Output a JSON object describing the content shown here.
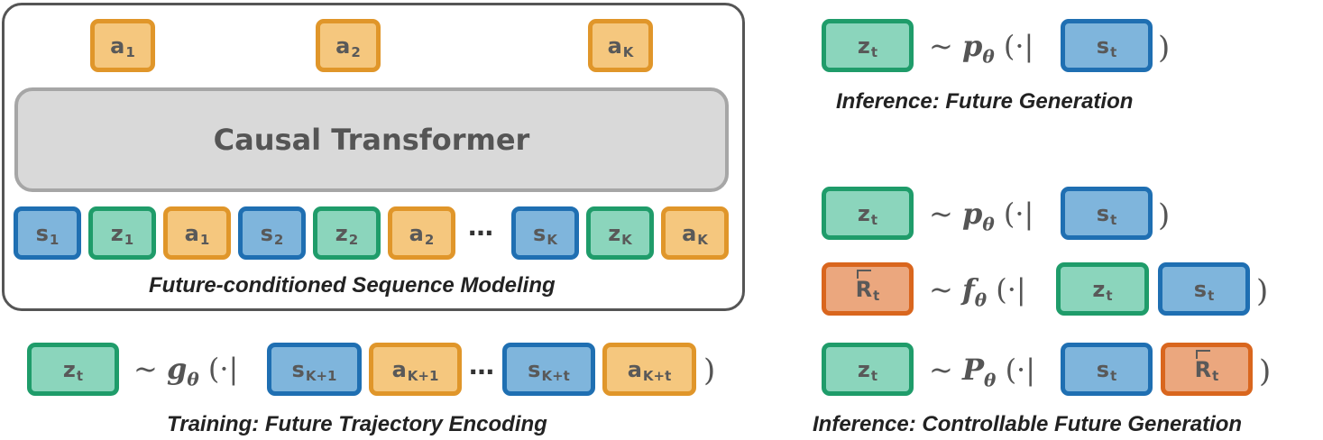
{
  "top_panel": {
    "transformer_label": "Causal Transformer",
    "caption": "Future-conditioned Sequence Modeling",
    "output_tokens": [
      {
        "base": "a",
        "sub": "1"
      },
      {
        "base": "a",
        "sub": "2"
      },
      {
        "base": "a",
        "sub": "K"
      }
    ],
    "input_tokens": [
      {
        "base": "s",
        "sub": "1"
      },
      {
        "base": "z",
        "sub": "1"
      },
      {
        "base": "a",
        "sub": "1"
      },
      {
        "base": "s",
        "sub": "2"
      },
      {
        "base": "z",
        "sub": "2"
      },
      {
        "base": "a",
        "sub": "2"
      },
      {
        "base": "s",
        "sub": "K"
      },
      {
        "base": "z",
        "sub": "K"
      },
      {
        "base": "a",
        "sub": "K"
      }
    ],
    "ellipsis": "…"
  },
  "training": {
    "caption": "Training: Future Trajectory Encoding",
    "lhs": {
      "base": "z",
      "sub": "t"
    },
    "tilde": "~",
    "fn": "g",
    "fn_sub": "θ",
    "open": "(·|",
    "close": ")",
    "tokens": [
      {
        "base": "s",
        "sub": "K+1"
      },
      {
        "base": "a",
        "sub": "K+1"
      },
      {
        "base": "s",
        "sub": "K+t"
      },
      {
        "base": "a",
        "sub": "K+t"
      }
    ],
    "ellipsis": "…"
  },
  "inference_generation": {
    "caption": "Inference: Future Generation",
    "lhs": {
      "base": "z",
      "sub": "t"
    },
    "fn": "p",
    "fn_sub": "θ",
    "cond": {
      "base": "s",
      "sub": "t"
    }
  },
  "inference_controllable": {
    "caption": "Inference: Controllable Future Generation",
    "rows": [
      {
        "lhs": {
          "base": "z",
          "sub": "t"
        },
        "fn": "p",
        "fn_sub": "θ",
        "cond": [
          {
            "base": "s",
            "sub": "t"
          }
        ]
      },
      {
        "lhs": {
          "base": "R",
          "sub": "t",
          "hat": true
        },
        "fn": "f",
        "fn_sub": "θ",
        "cond": [
          {
            "base": "z",
            "sub": "t"
          },
          {
            "base": "s",
            "sub": "t"
          }
        ]
      },
      {
        "lhs": {
          "base": "z",
          "sub": "t"
        },
        "fn": "P",
        "fn_sub": "θ",
        "cond": [
          {
            "base": "s",
            "sub": "t"
          },
          {
            "base": "R",
            "sub": "t",
            "hat": true
          }
        ]
      }
    ]
  },
  "colors": {
    "state_fill": "#7fb5dc",
    "state_border": "#1f6fb2",
    "latent_fill": "#8bd5bc",
    "latent_border": "#1f9c6a",
    "action_fill": "#f5c77e",
    "action_border": "#e0962a",
    "return_fill": "#eba77e",
    "return_border": "#d9661e"
  }
}
